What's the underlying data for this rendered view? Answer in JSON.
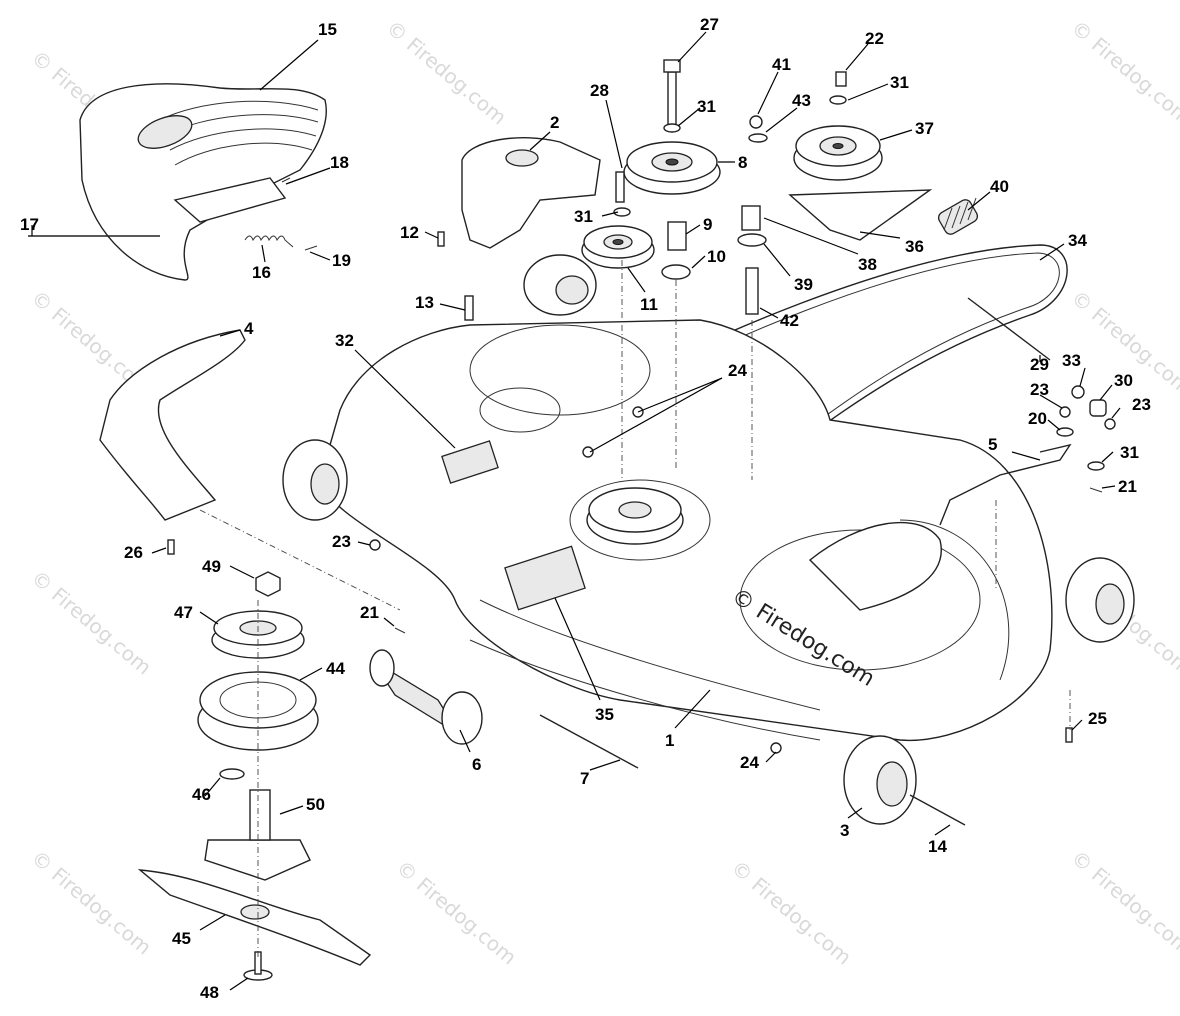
{
  "diagram": {
    "copyright": "© Firedog.com",
    "watermark": "© Firedog.com",
    "callouts": [
      {
        "id": "c15",
        "label": "15"
      },
      {
        "id": "c18",
        "label": "18"
      },
      {
        "id": "c17",
        "label": "17"
      },
      {
        "id": "c16",
        "label": "16"
      },
      {
        "id": "c19",
        "label": "19"
      },
      {
        "id": "c2",
        "label": "2"
      },
      {
        "id": "c28",
        "label": "28"
      },
      {
        "id": "c27",
        "label": "27"
      },
      {
        "id": "c31a",
        "label": "31"
      },
      {
        "id": "c8",
        "label": "8"
      },
      {
        "id": "c31b",
        "label": "31"
      },
      {
        "id": "c9",
        "label": "9"
      },
      {
        "id": "c10",
        "label": "10"
      },
      {
        "id": "c11",
        "label": "11"
      },
      {
        "id": "c12",
        "label": "12"
      },
      {
        "id": "c13",
        "label": "13"
      },
      {
        "id": "c41",
        "label": "41"
      },
      {
        "id": "c43",
        "label": "43"
      },
      {
        "id": "c22",
        "label": "22"
      },
      {
        "id": "c31c",
        "label": "31"
      },
      {
        "id": "c37",
        "label": "37"
      },
      {
        "id": "c40",
        "label": "40"
      },
      {
        "id": "c38",
        "label": "38"
      },
      {
        "id": "c36",
        "label": "36"
      },
      {
        "id": "c39",
        "label": "39"
      },
      {
        "id": "c42",
        "label": "42"
      },
      {
        "id": "c34",
        "label": "34"
      },
      {
        "id": "c29",
        "label": "29"
      },
      {
        "id": "c33",
        "label": "33"
      },
      {
        "id": "c23a",
        "label": "23"
      },
      {
        "id": "c30",
        "label": "30"
      },
      {
        "id": "c23b",
        "label": "23"
      },
      {
        "id": "c20",
        "label": "20"
      },
      {
        "id": "c31d",
        "label": "31"
      },
      {
        "id": "c5",
        "label": "5"
      },
      {
        "id": "c21a",
        "label": "21"
      },
      {
        "id": "c4",
        "label": "4"
      },
      {
        "id": "c32",
        "label": "32"
      },
      {
        "id": "c24a",
        "label": "24"
      },
      {
        "id": "c26",
        "label": "26"
      },
      {
        "id": "c23c",
        "label": "23"
      },
      {
        "id": "c49",
        "label": "49"
      },
      {
        "id": "c47",
        "label": "47"
      },
      {
        "id": "c21b",
        "label": "21"
      },
      {
        "id": "c44",
        "label": "44"
      },
      {
        "id": "c35",
        "label": "35"
      },
      {
        "id": "c1",
        "label": "1"
      },
      {
        "id": "c6",
        "label": "6"
      },
      {
        "id": "c7",
        "label": "7"
      },
      {
        "id": "c24b",
        "label": "24"
      },
      {
        "id": "c25",
        "label": "25"
      },
      {
        "id": "c46",
        "label": "46"
      },
      {
        "id": "c50",
        "label": "50"
      },
      {
        "id": "c3",
        "label": "3"
      },
      {
        "id": "c14",
        "label": "14"
      },
      {
        "id": "c45",
        "label": "45"
      },
      {
        "id": "c48",
        "label": "48"
      }
    ]
  }
}
